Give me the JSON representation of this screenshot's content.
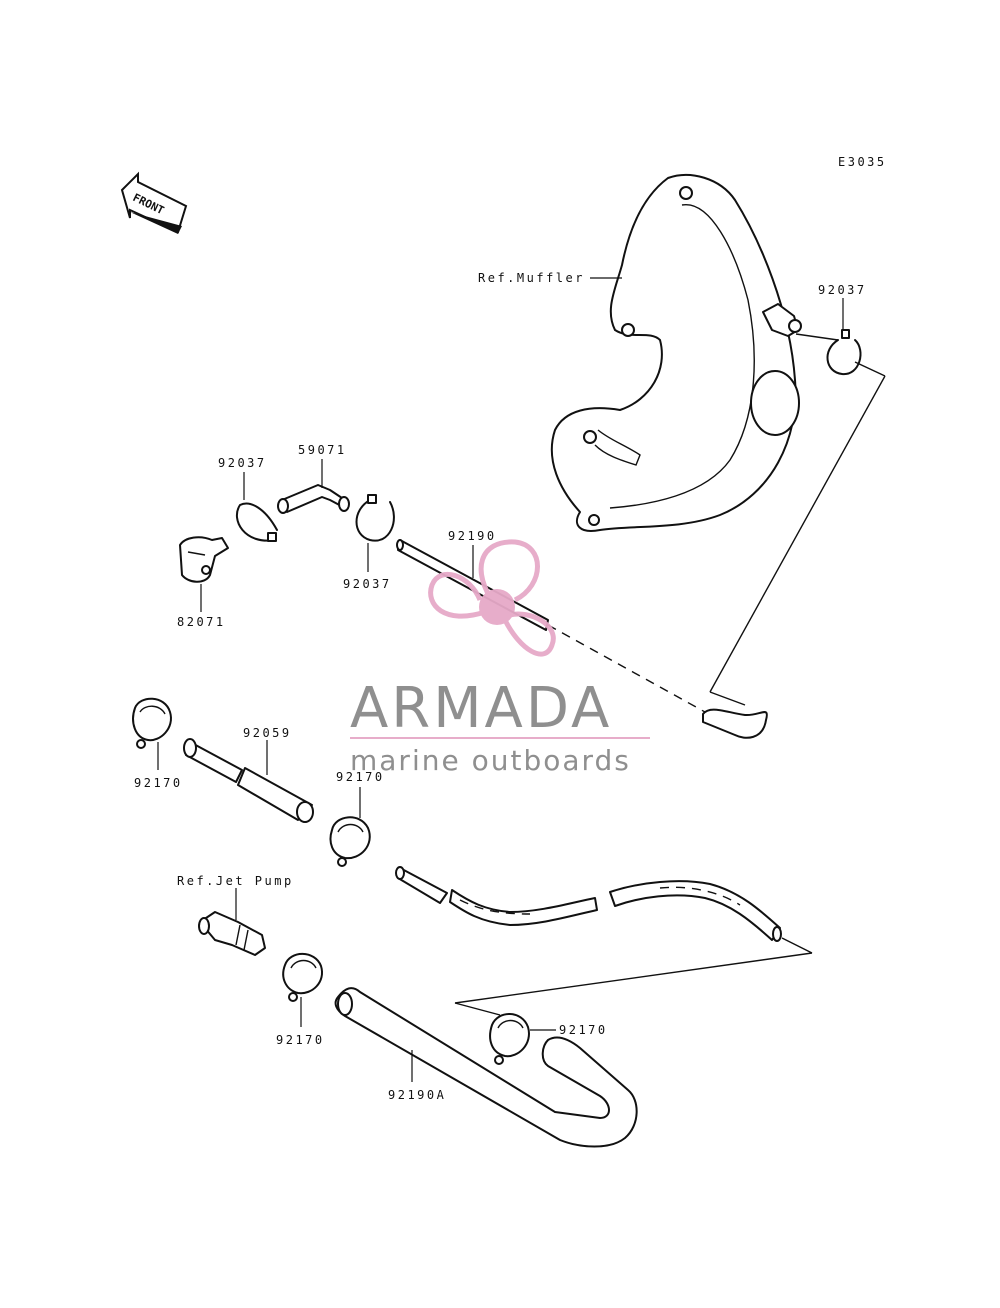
{
  "diagram_code": "E3035",
  "front_indicator": "FRONT",
  "labels": {
    "ref_muffler": "Ref.Muffler",
    "p92037_a": "92037",
    "p92037_b": "92037",
    "p92037_c": "92037",
    "p59071": "59071",
    "p92071": "82071",
    "p92190": "92190",
    "p92059": "92059",
    "p92170_a": "92170",
    "p92170_b": "92170",
    "p92170_c": "92170",
    "p92170_d": "92170",
    "ref_jet_pump": "Ref.Jet Pump",
    "p92190a": "92190A"
  },
  "watermark": {
    "brand": "ARMADA",
    "tagline": "marine outboards",
    "accent_color": "#e6a9c8",
    "text_color": "#8a8a8a"
  }
}
